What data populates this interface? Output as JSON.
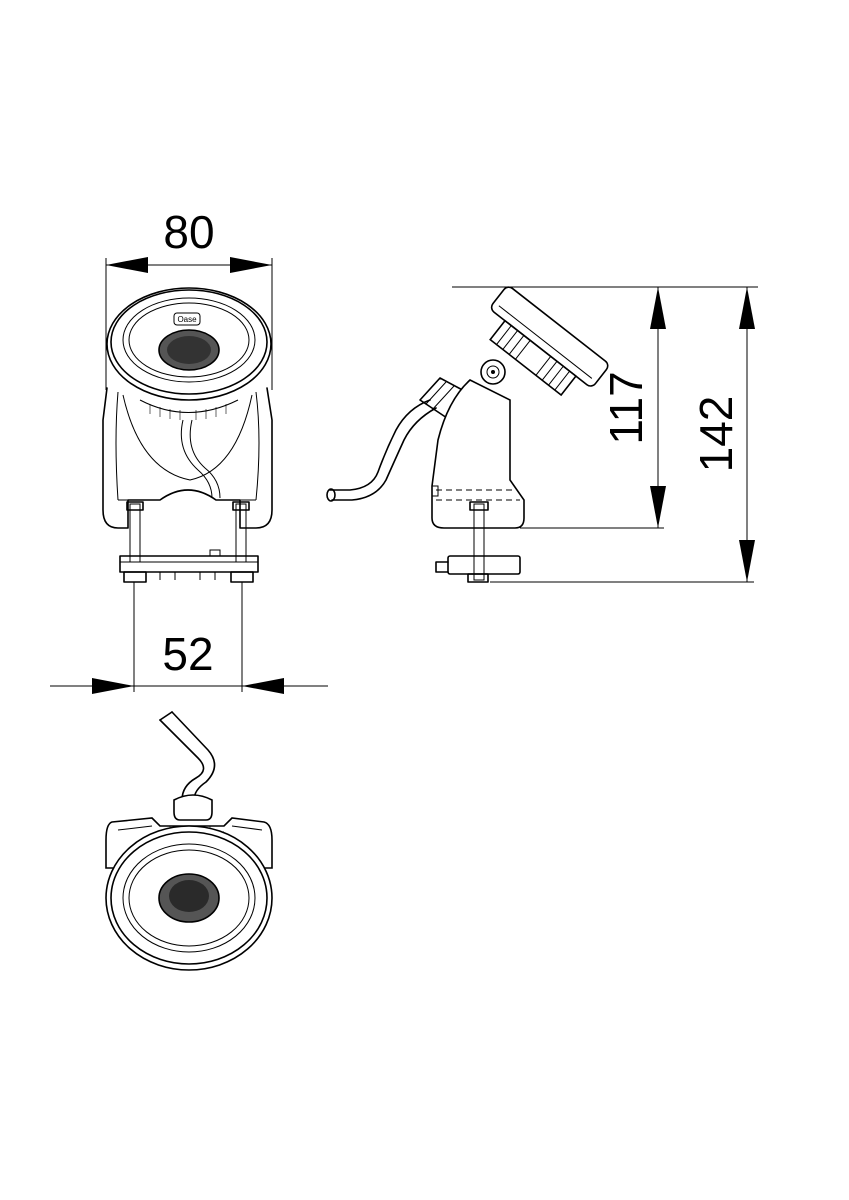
{
  "dimensions": {
    "width_top": "80",
    "bolt_spacing": "52",
    "height_head": "117",
    "height_total": "142"
  },
  "logo_text": "Oase"
}
